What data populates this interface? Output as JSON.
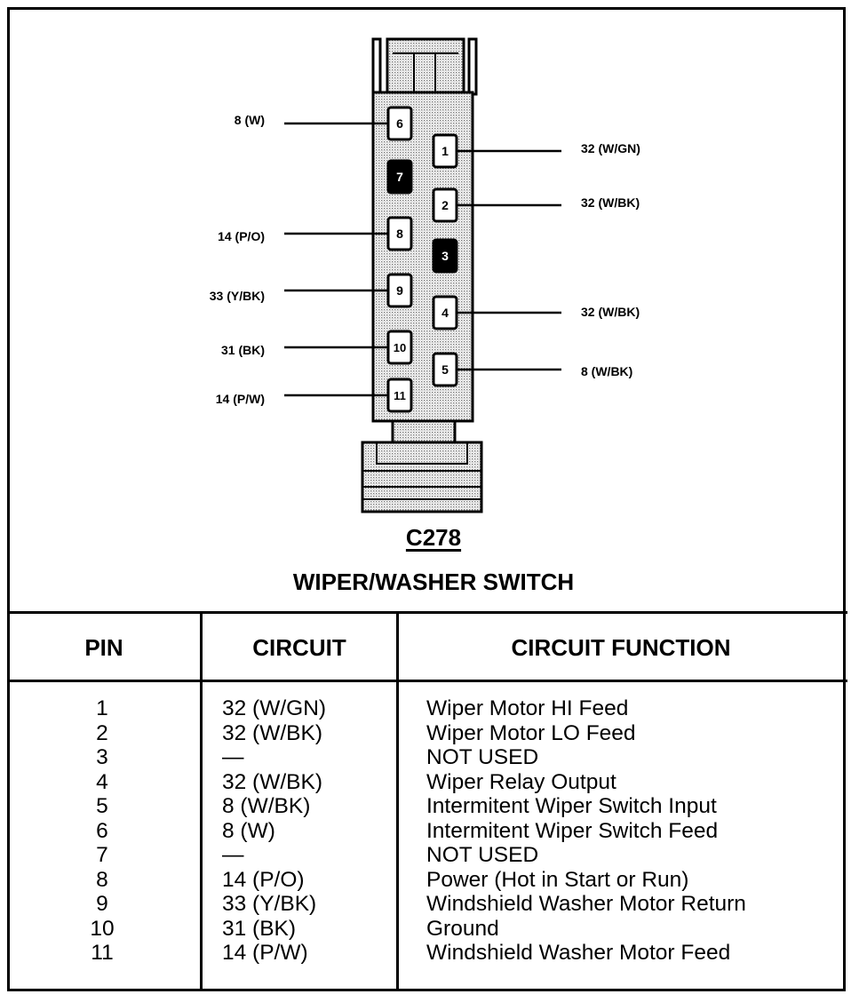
{
  "connector": {
    "id": "C278",
    "name": "WIPER/WASHER SWITCH",
    "pins": [
      {
        "pin": "6",
        "wire": "8 (W)",
        "state": "used"
      },
      {
        "pin": "1",
        "wire": "32 (W/GN)",
        "state": "used"
      },
      {
        "pin": "7",
        "wire": "",
        "state": "unused"
      },
      {
        "pin": "2",
        "wire": "32 (W/BK)",
        "state": "used"
      },
      {
        "pin": "8",
        "wire": "14 (P/O)",
        "state": "used"
      },
      {
        "pin": "3",
        "wire": "",
        "state": "unused"
      },
      {
        "pin": "9",
        "wire": "33 (Y/BK)",
        "state": "used"
      },
      {
        "pin": "4",
        "wire": "32 (W/BK)",
        "state": "used"
      },
      {
        "pin": "10",
        "wire": "31 (BK)",
        "state": "used"
      },
      {
        "pin": "5",
        "wire": "8 (W/BK)",
        "state": "used"
      },
      {
        "pin": "11",
        "wire": "14 (P/W)",
        "state": "used"
      }
    ]
  },
  "table": {
    "headers": {
      "pin": "PIN",
      "circuit": "CIRCUIT",
      "function": "CIRCUIT FUNCTION"
    },
    "rows": [
      {
        "pin": "1",
        "circuit": "32 (W/GN)",
        "function": "Wiper Motor HI Feed"
      },
      {
        "pin": "2",
        "circuit": "32 (W/BK)",
        "function": "Wiper Motor LO Feed"
      },
      {
        "pin": "3",
        "circuit": "—",
        "function": "NOT USED"
      },
      {
        "pin": "4",
        "circuit": "32 (W/BK)",
        "function": "Wiper Relay Output"
      },
      {
        "pin": "5",
        "circuit": "8 (W/BK)",
        "function": "Intermitent Wiper Switch Input"
      },
      {
        "pin": "6",
        "circuit": "8 (W)",
        "function": "Intermitent Wiper Switch Feed"
      },
      {
        "pin": "7",
        "circuit": "—",
        "function": "NOT USED"
      },
      {
        "pin": "8",
        "circuit": "14 (P/O)",
        "function": "Power (Hot in Start or Run)"
      },
      {
        "pin": "9",
        "circuit": "33 (Y/BK)",
        "function": "Windshield Washer Motor Return"
      },
      {
        "pin": "10",
        "circuit": "31 (BK)",
        "function": "Ground"
      },
      {
        "pin": "11",
        "circuit": "14 (P/W)",
        "function": "Windshield Washer Motor Feed"
      }
    ]
  },
  "colors": {
    "ink": "#000000",
    "paper": "#ffffff",
    "connector_shade": "#c8c8c8"
  }
}
